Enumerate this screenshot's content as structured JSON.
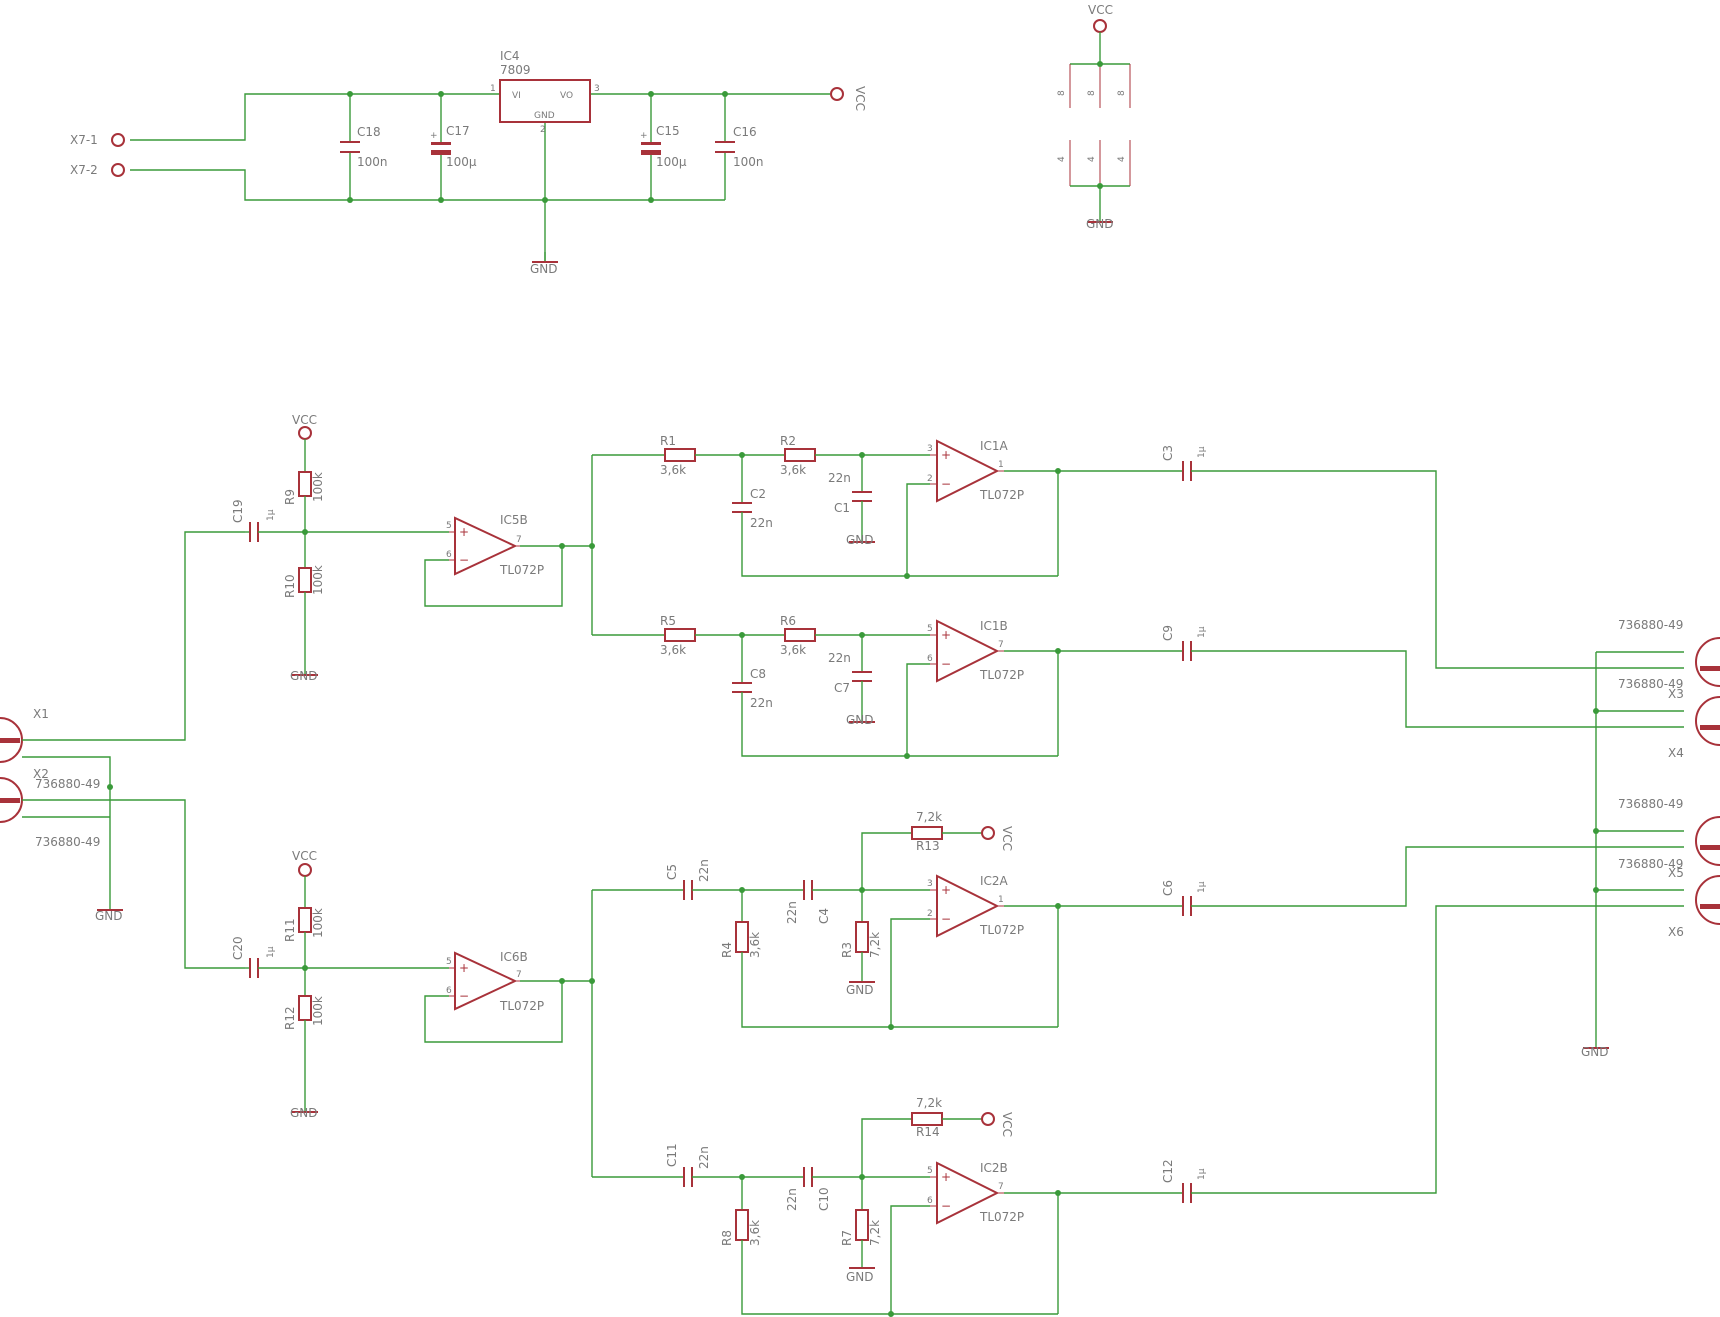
{
  "nets": {
    "vcc": "VCC",
    "gnd": "GND"
  },
  "power": {
    "input": [
      "X7-1",
      "X7-2"
    ],
    "regulator": {
      "name": "IC4",
      "value": "7809",
      "vi": "VI",
      "vo": "VO",
      "gnd": "GND",
      "pin_in": "1",
      "pin_gnd": "2",
      "pin_out": "3"
    },
    "caps": [
      {
        "name": "C18",
        "value": "100n"
      },
      {
        "name": "C17",
        "value": "100µ"
      },
      {
        "name": "C15",
        "value": "100µ"
      },
      {
        "name": "C16",
        "value": "100n"
      }
    ],
    "supply_pins": {
      "vcc": "8",
      "gnd": "4"
    }
  },
  "inputs": {
    "x1": {
      "name": "X1"
    },
    "x2": {
      "name": "X2"
    },
    "part": "736880-49"
  },
  "channel_a": {
    "coupling": {
      "name": "C19",
      "value": "1µ"
    },
    "bias_top": {
      "name": "R9",
      "value": "100k"
    },
    "bias_bottom": {
      "name": "R10",
      "value": "100k"
    },
    "buffer": {
      "name": "IC5B",
      "value": "TL072P",
      "pin_p": "5",
      "pin_n": "6",
      "pin_o": "7"
    },
    "lp1": {
      "r1": {
        "name": "R1",
        "value": "3,6k"
      },
      "r2": {
        "name": "R2",
        "value": "3,6k"
      },
      "c_fb": {
        "name": "C2",
        "value": "22n"
      },
      "c_gnd": {
        "name": "C1",
        "value": "22n"
      },
      "amp": {
        "name": "IC1A",
        "value": "TL072P",
        "pin_p": "3",
        "pin_n": "2",
        "pin_o": "1"
      },
      "out_cap": {
        "name": "C3",
        "value": "1µ"
      }
    },
    "lp2": {
      "r1": {
        "name": "R5",
        "value": "3,6k"
      },
      "r2": {
        "name": "R6",
        "value": "3,6k"
      },
      "c_fb": {
        "name": "C8",
        "value": "22n"
      },
      "c_gnd": {
        "name": "C7",
        "value": "22n"
      },
      "amp": {
        "name": "IC1B",
        "value": "TL072P",
        "pin_p": "5",
        "pin_n": "6",
        "pin_o": "7"
      },
      "out_cap": {
        "name": "C9",
        "value": "1µ"
      }
    }
  },
  "channel_b": {
    "coupling": {
      "name": "C20",
      "value": "1µ"
    },
    "bias_top": {
      "name": "R11",
      "value": "100k"
    },
    "bias_bottom": {
      "name": "R12",
      "value": "100k"
    },
    "buffer": {
      "name": "IC6B",
      "value": "TL072P",
      "pin_p": "5",
      "pin_n": "6",
      "pin_o": "7"
    },
    "hp1": {
      "c1": {
        "name": "C5",
        "value": "22n"
      },
      "c2": {
        "name": "C4",
        "value": "22n"
      },
      "r_fb": {
        "name": "R4",
        "value": "3,6k"
      },
      "r_gnd": {
        "name": "R3",
        "value": "7,2k"
      },
      "r_vcc": {
        "name": "R13",
        "value": "7,2k"
      },
      "amp": {
        "name": "IC2A",
        "value": "TL072P",
        "pin_p": "3",
        "pin_n": "2",
        "pin_o": "1"
      },
      "out_cap": {
        "name": "C6",
        "value": "1µ"
      }
    },
    "hp2": {
      "c1": {
        "name": "C11",
        "value": "22n"
      },
      "c2": {
        "name": "C10",
        "value": "22n"
      },
      "r_fb": {
        "name": "R8",
        "value": "3,6k"
      },
      "r_gnd": {
        "name": "R7",
        "value": "7,2k"
      },
      "r_vcc": {
        "name": "R14",
        "value": "7,2k"
      },
      "amp": {
        "name": "IC2B",
        "value": "TL072P",
        "pin_p": "5",
        "pin_n": "6",
        "pin_o": "7"
      },
      "out_cap": {
        "name": "C12",
        "value": "1µ"
      }
    }
  },
  "outputs": [
    {
      "name": "X3",
      "part": "736880-49"
    },
    {
      "name": "X4",
      "part": "736880-49"
    },
    {
      "name": "X5",
      "part": "736880-49"
    },
    {
      "name": "X6",
      "part": "736880-49"
    }
  ]
}
